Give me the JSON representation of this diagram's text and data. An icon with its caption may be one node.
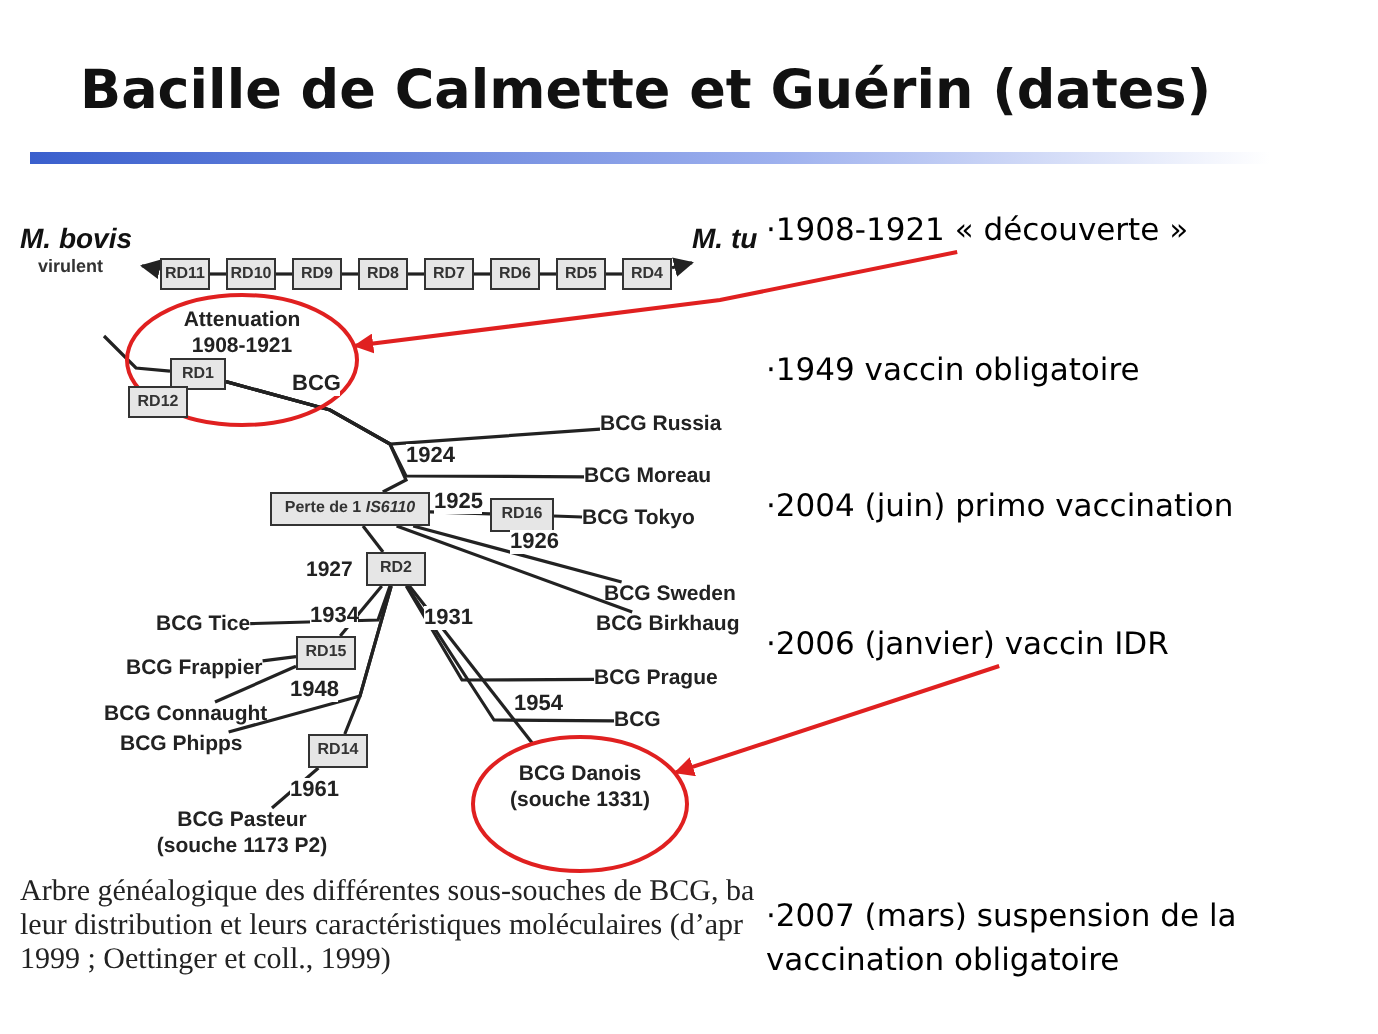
{
  "diagram": {
    "title": "Bacille de Calmette et Guérin (dates)",
    "caption": "Arbre généalogique des différentes sous-souches de BCG, ba leur distribution et leurs caractéristiques moléculaires (d’apr 1999 ; Oettinger et coll., 1999)",
    "nodes": [
      {
        "text": [
          "*M. bovis*",
          "virulent"
        ]
      },
      {
        "text": [
          "*M. tu*"
        ]
      },
      {
        "text": [
          "RD11"
        ]
      },
      {
        "text": [
          "RD10"
        ]
      },
      {
        "text": [
          "RD9"
        ]
      },
      {
        "text": [
          "RD8"
        ]
      },
      {
        "text": [
          "RD7"
        ]
      },
      {
        "text": [
          "RD6"
        ]
      },
      {
        "text": [
          "RD5"
        ]
      },
      {
        "text": [
          "RD4"
        ]
      },
      {
        "text": [
          "Attenuation 1908-1921"
        ]
      },
      {
        "text": [
          "RD1"
        ],
        "in": 10
      },
      {
        "text": [
          "RD12"
        ],
        "in": 10
      },
      {
        "text": [
          "BCG Russia"
        ]
      },
      {
        "text": [
          "BCG Moreau"
        ]
      },
      {
        "text": [
          "Perte de 1 *IS6110*"
        ]
      },
      {
        "text": [
          "RD16"
        ]
      },
      {
        "text": [
          "BCG Tokyo"
        ]
      },
      {
        "text": [
          "BCG Sweden"
        ]
      },
      {
        "text": [
          "BCG Birkhaug"
        ]
      },
      {
        "text": [
          "RD2"
        ],
        "beside": [
          "1927"
        ]
      },
      {
        "text": [
          "BCG Tice"
        ]
      },
      {
        "text": [
          "RD15"
        ]
      },
      {
        "text": [
          "BCG Frappier"
        ]
      },
      {
        "text": [
          "BCG Connaught"
        ]
      },
      {
        "text": [
          "BCG Phipps"
        ]
      },
      {
        "text": [
          "RD14"
        ]
      },
      {
        "text": [
          "BCG Pasteur (souche 1173 P2)"
        ]
      },
      {
        "text": [
          "BCG Prague"
        ]
      },
      {
        "text": [
          "BCG"
        ]
      },
      {
        "text": [
          "BCG Danois (souche 1331)"
        ]
      },
      {
        "text": [
          "·1908-1921 « découverte »"
        ]
      },
      {
        "text": [
          "·1949 vaccin obligatoire"
        ]
      },
      {
        "text": [
          "·2004 (juin) primo vaccination"
        ]
      },
      {
        "text": [
          "·2006 (janvier) vaccin IDR"
        ]
      },
      {
        "text": [
          "·2007 (mars) suspension de la vaccination obligatoire"
        ]
      }
    ],
    "edges": [
      {
        "from": 2,
        "to": 0,
        "arrow": "to"
      },
      {
        "from": 2,
        "to": 3,
        "arrow": "none"
      },
      {
        "from": 3,
        "to": 4,
        "arrow": "none"
      },
      {
        "from": 4,
        "to": 5,
        "arrow": "none"
      },
      {
        "from": 5,
        "to": 6,
        "arrow": "none"
      },
      {
        "from": 6,
        "to": 7,
        "arrow": "none"
      },
      {
        "from": 7,
        "to": 8,
        "arrow": "none"
      },
      {
        "from": 8,
        "to": 9,
        "arrow": "none"
      },
      {
        "from": 9,
        "to": 1,
        "arrow": "to"
      },
      {
        "from": null,
        "to": 11,
        "arrow": "none"
      },
      {
        "from": 11,
        "to": 15,
        "arrow": "none",
        "label": "BCG"
      },
      {
        "from": 11,
        "to": 13,
        "arrow": "none"
      },
      {
        "from": 11,
        "to": 14,
        "arrow": "none",
        "label": "1924"
      },
      {
        "from": 15,
        "to": 16,
        "arrow": "none",
        "label": "1925"
      },
      {
        "from": 16,
        "to": 17,
        "arrow": "none"
      },
      {
        "from": 15,
        "to": 18,
        "arrow": "none",
        "label": "1926"
      },
      {
        "from": 15,
        "to": 19,
        "arrow": "none"
      },
      {
        "from": 15,
        "to": 20,
        "arrow": "none"
      },
      {
        "from": 20,
        "to": 21,
        "arrow": "none",
        "label": "1934"
      },
      {
        "from": 20,
        "to": 22,
        "arrow": "none"
      },
      {
        "from": 22,
        "to": 23,
        "arrow": "none"
      },
      {
        "from": 22,
        "to": 24,
        "arrow": "none",
        "label": "1948"
      },
      {
        "from": 20,
        "to": 25,
        "arrow": "none"
      },
      {
        "from": 20,
        "to": 26,
        "arrow": "none"
      },
      {
        "from": 26,
        "to": 27,
        "arrow": "none",
        "label": "1961"
      },
      {
        "from": 20,
        "to": 30,
        "arrow": "none",
        "label": "1931"
      },
      {
        "from": 20,
        "to": 28,
        "arrow": "none"
      },
      {
        "from": 20,
        "to": 29,
        "arrow": "none",
        "label": "1954"
      },
      {
        "from": 31,
        "to": 10,
        "arrow": "to",
        "color": "#e02020"
      },
      {
        "from": 34,
        "to": 30,
        "arrow": "to",
        "color": "#e02020"
      }
    ]
  }
}
